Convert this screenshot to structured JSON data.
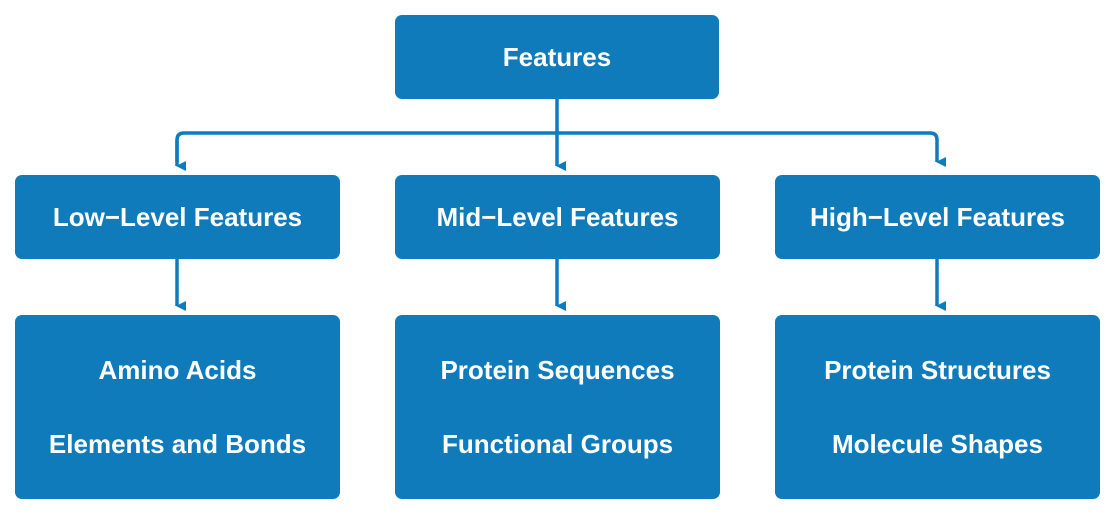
{
  "diagram": {
    "root": {
      "label": "Features"
    },
    "categories": [
      {
        "label": "Low−Level Features",
        "items": [
          "Amino Acids",
          "Elements and Bonds"
        ]
      },
      {
        "label": "Mid−Level Features",
        "items": [
          "Protein Sequences",
          "Functional Groups"
        ]
      },
      {
        "label": "High−Level Features",
        "items": [
          "Protein Structures",
          "Molecule Shapes"
        ]
      }
    ],
    "colors": {
      "box_fill": "#0f7bbb",
      "connector": "#0f7bbb",
      "text": "#ffffff"
    }
  }
}
